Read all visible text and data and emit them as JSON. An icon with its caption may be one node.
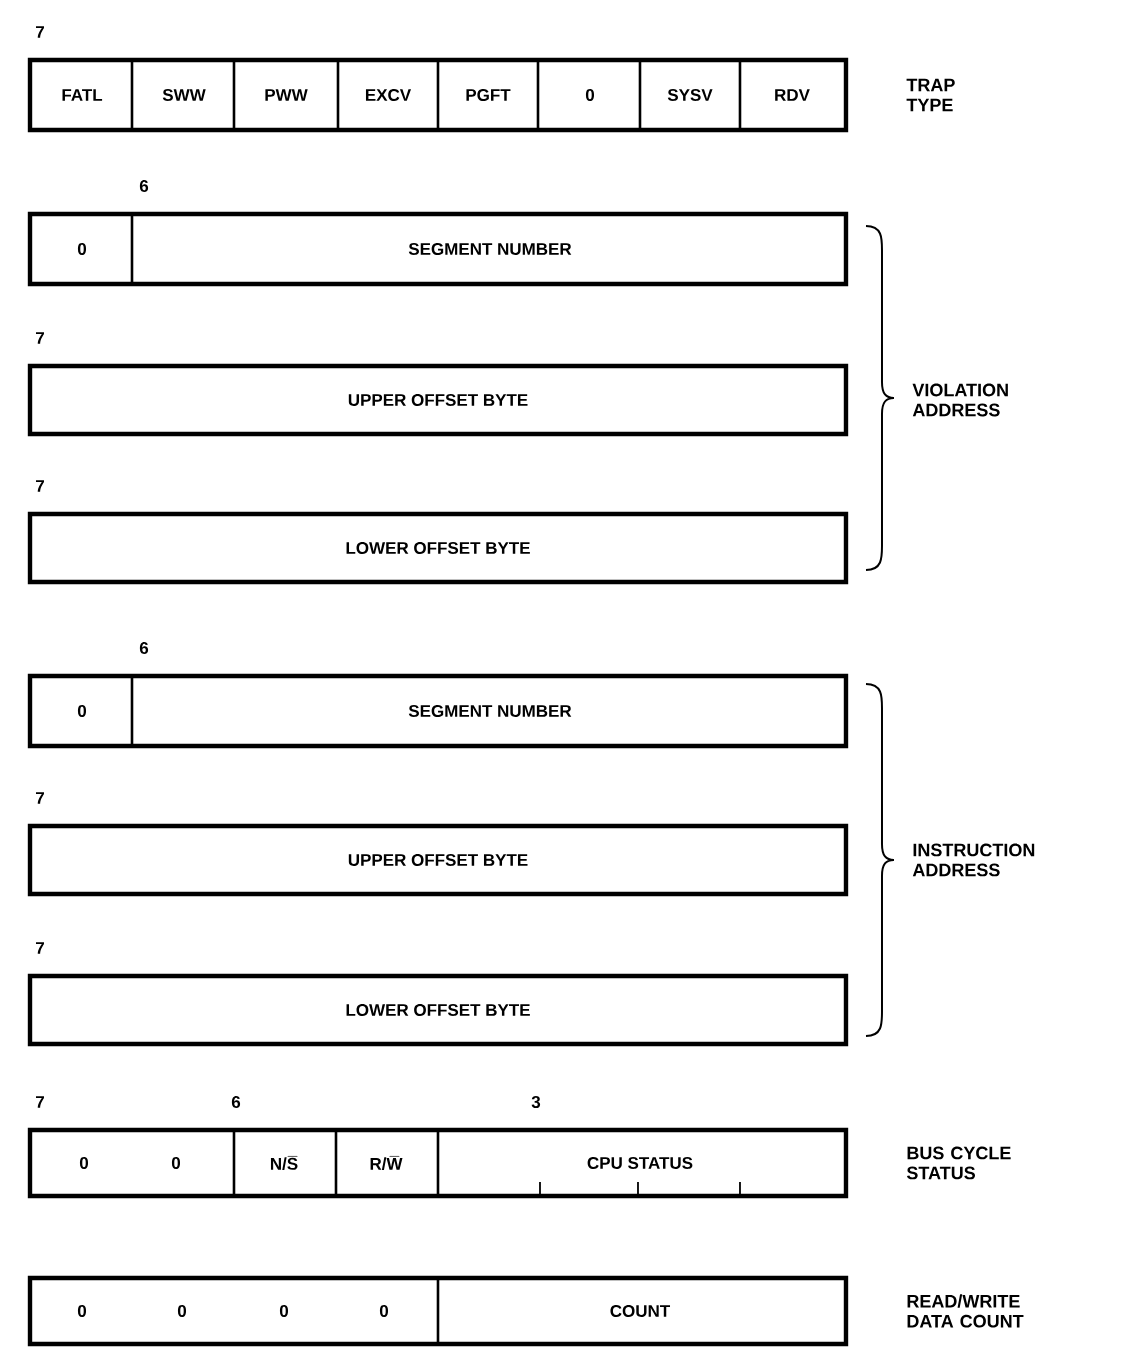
{
  "diagram": {
    "nodes": [
      {
        "text": [
          "TRAP TYPE"
        ],
        "beside": [
          "7"
        ]
      },
      {
        "text": [
          "FATL"
        ],
        "in": 0
      },
      {
        "text": [
          "SWW"
        ],
        "in": 0
      },
      {
        "text": [
          "PWW"
        ],
        "in": 0
      },
      {
        "text": [
          "EXCV"
        ],
        "in": 0
      },
      {
        "text": [
          "PGFT"
        ],
        "in": 0
      },
      {
        "text": [
          "0"
        ],
        "in": 0
      },
      {
        "text": [
          "SYSV"
        ],
        "in": 0
      },
      {
        "text": [
          "RDV"
        ],
        "in": 0
      },
      {
        "text": [],
        "shape": "box",
        "beside": [
          "6"
        ]
      },
      {
        "text": [
          "0"
        ],
        "in": 9
      },
      {
        "text": [
          "SEGMENT NUMBER"
        ],
        "in": 9
      },
      {
        "text": [
          "UPPER OFFSET BYTE"
        ],
        "beside": [
          "7"
        ]
      },
      {
        "text": [
          "LOWER OFFSET BYTE"
        ],
        "beside": [
          "7"
        ]
      },
      {
        "text": [],
        "shape": "box",
        "beside": [
          "6"
        ]
      },
      {
        "text": [
          "0"
        ],
        "in": 14
      },
      {
        "text": [
          "SEGMENT NUMBER"
        ],
        "in": 14
      },
      {
        "text": [
          "UPPER OFFSET BYTE"
        ],
        "beside": [
          "7"
        ]
      },
      {
        "text": [
          "LOWER OFFSET BYTE"
        ],
        "beside": [
          "7"
        ]
      },
      {
        "text": [
          "BUS CYCLE STATUS"
        ],
        "beside": [
          "7",
          "6",
          "3"
        ]
      },
      {
        "text": [
          "0"
        ],
        "in": 19
      },
      {
        "text": [
          "0"
        ],
        "in": 19
      },
      {
        "text": [
          "N/S̅"
        ],
        "in": 19
      },
      {
        "text": [
          "R/W̅"
        ],
        "in": 19
      },
      {
        "text": [
          "CPU STATUS"
        ],
        "in": 19
      },
      {
        "text": [
          "READ/WRITE DATA COUNT"
        ]
      },
      {
        "text": [
          "0"
        ],
        "in": 25
      },
      {
        "text": [
          "0"
        ],
        "in": 25
      },
      {
        "text": [
          "0"
        ],
        "in": 25
      },
      {
        "text": [
          "0"
        ],
        "in": 25
      },
      {
        "text": [
          "COUNT"
        ],
        "in": 25
      }
    ],
    "edges": [],
    "labels": [
      "VIOLATION ADDRESS",
      "INSTRUCTION ADDRESS"
    ]
  }
}
